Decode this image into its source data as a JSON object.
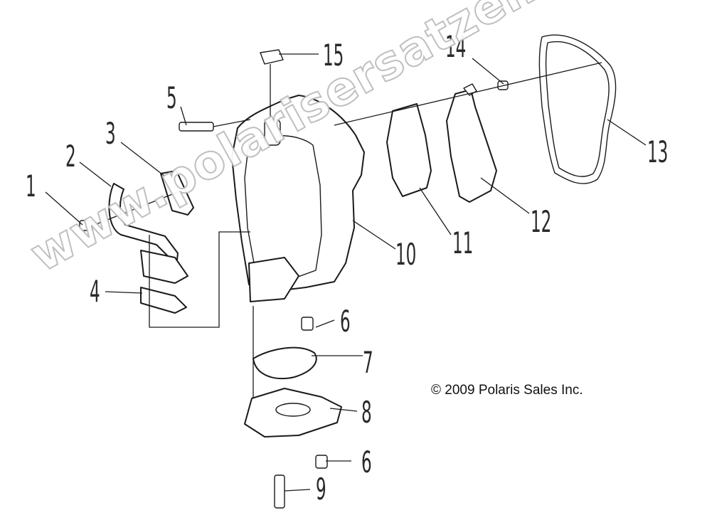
{
  "diagram": {
    "callouts": [
      {
        "id": "1",
        "text": "1"
      },
      {
        "id": "2",
        "text": "2"
      },
      {
        "id": "3",
        "text": "3"
      },
      {
        "id": "4",
        "text": "4"
      },
      {
        "id": "5",
        "text": "5"
      },
      {
        "id": "6a",
        "text": "6"
      },
      {
        "id": "6b",
        "text": "6"
      },
      {
        "id": "7",
        "text": "7"
      },
      {
        "id": "8",
        "text": "8"
      },
      {
        "id": "9",
        "text": "9"
      },
      {
        "id": "10",
        "text": "10"
      },
      {
        "id": "11",
        "text": "11"
      },
      {
        "id": "12",
        "text": "12"
      },
      {
        "id": "13",
        "text": "13"
      },
      {
        "id": "14",
        "text": "14"
      },
      {
        "id": "15",
        "text": "15"
      }
    ],
    "copyright": "© 2009 Polaris Sales Inc.",
    "watermark": "www.polarisersatzeile.de"
  }
}
